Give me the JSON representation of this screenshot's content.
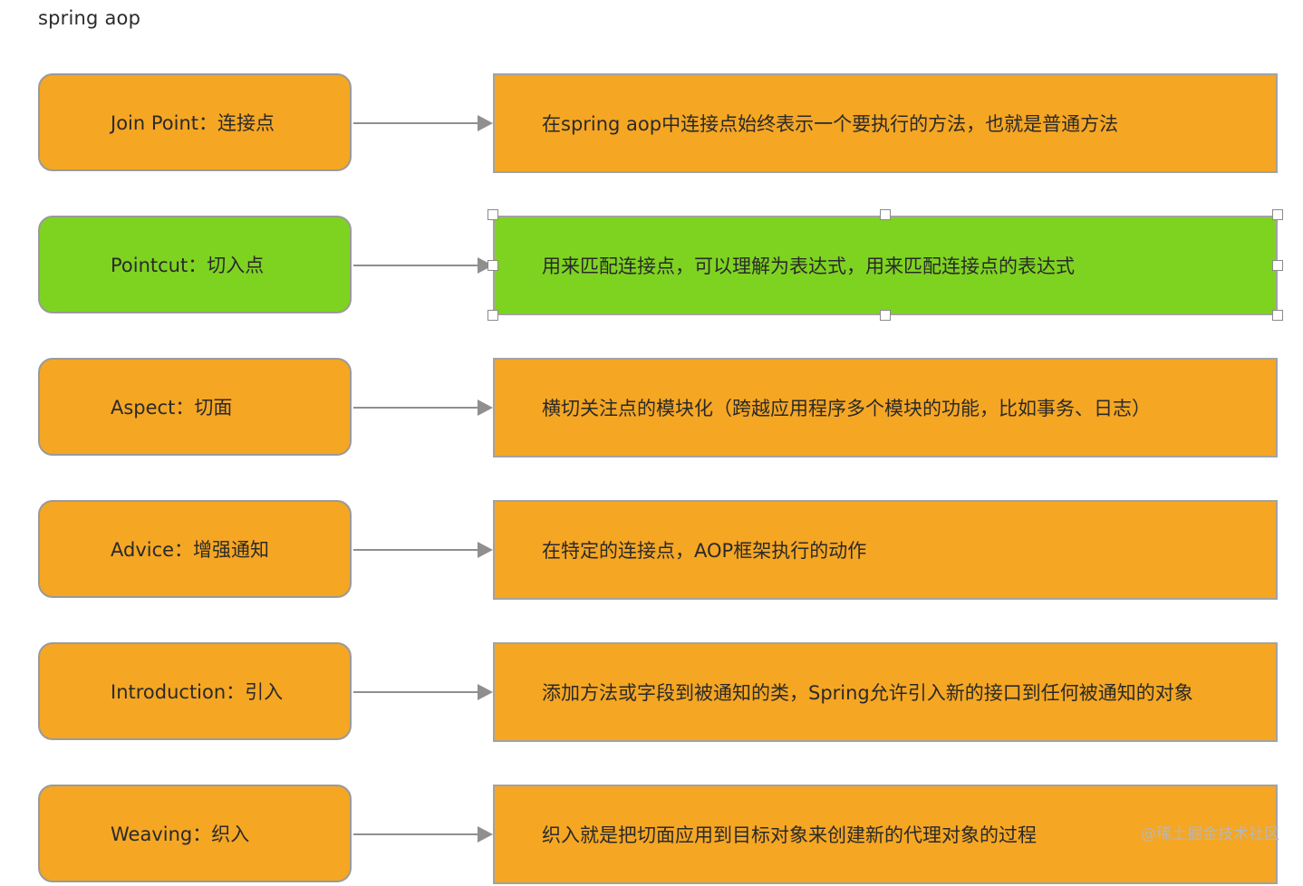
{
  "page": {
    "title": "spring aop"
  },
  "colors": {
    "orange": "#F5A623",
    "green": "#7ED321",
    "border": "#9A9A9A",
    "arrow": "#8F8F8F"
  },
  "rows": [
    {
      "term": "Join Point：连接点",
      "description": "在spring aop中连接点始终表示一个要执行的方法，也就是普通方法",
      "color": "#F5A623",
      "selected": false
    },
    {
      "term": "Pointcut：切入点",
      "description": "用来匹配连接点，可以理解为表达式，用来匹配连接点的表达式",
      "color": "#7ED321",
      "selected": true
    },
    {
      "term": "Aspect：切面",
      "description": "横切关注点的模块化（跨越应用程序多个模块的功能，比如事务、日志）",
      "color": "#F5A623",
      "selected": false
    },
    {
      "term": "Advice：增强通知",
      "description": "在特定的连接点，AOP框架执行的动作",
      "color": "#F5A623",
      "selected": false
    },
    {
      "term": "Introduction：引入",
      "description": "添加方法或字段到被通知的类，Spring允许引入新的接口到任何被通知的对象",
      "color": "#F5A623",
      "selected": false
    },
    {
      "term": "Weaving：织入",
      "description": "织入就是把切面应用到目标对象来创建新的代理对象的过程",
      "color": "#F5A623",
      "selected": false
    }
  ],
  "watermark": "@稀土掘金技术社区"
}
